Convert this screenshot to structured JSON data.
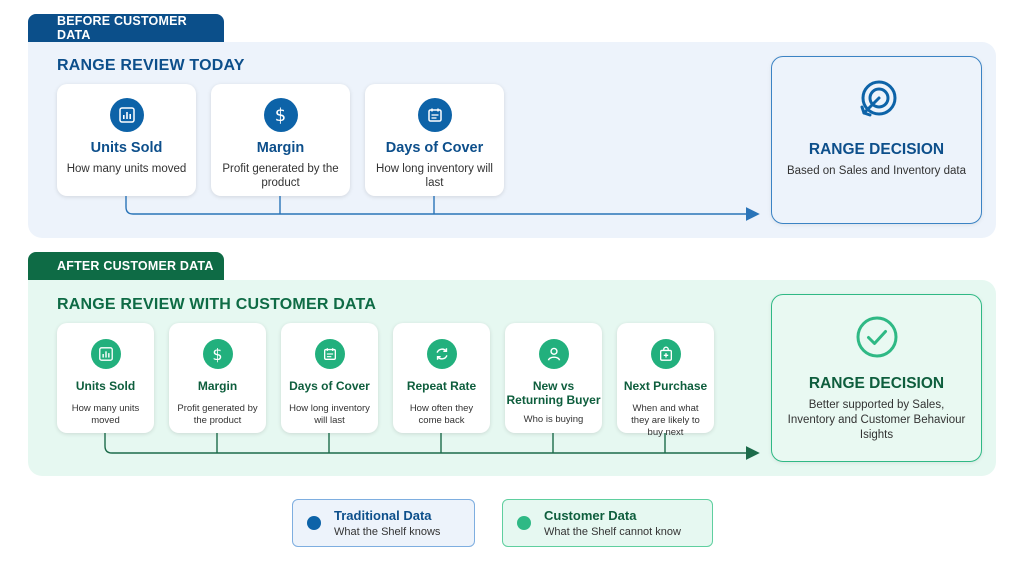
{
  "before": {
    "tab_label": "BEFORE CUSTOMER DATA",
    "section_title": "RANGE REVIEW TODAY",
    "cards": [
      {
        "label": "Units Sold",
        "desc": "How many units moved",
        "icon": "bar-chart-icon"
      },
      {
        "label": "Margin",
        "desc": "Profit generated by the product",
        "icon": "dollar-icon"
      },
      {
        "label": "Days of Cover",
        "desc": "How long inventory will last",
        "icon": "calendar-icon"
      }
    ],
    "decision": {
      "title": "RANGE DECISION",
      "desc": "Based on Sales and Inventory data",
      "icon": "target-icon"
    }
  },
  "after": {
    "tab_label": "AFTER CUSTOMER DATA",
    "section_title": "RANGE REVIEW WITH CUSTOMER DATA",
    "cards": [
      {
        "label": "Units Sold",
        "desc": "How many units moved",
        "icon": "bar-chart-icon"
      },
      {
        "label": "Margin",
        "desc": "Profit generated by the product",
        "icon": "dollar-icon"
      },
      {
        "label": "Days of Cover",
        "desc": "How long inventory will last",
        "icon": "calendar-icon"
      },
      {
        "label": "Repeat Rate",
        "desc": "How often they come back",
        "icon": "refresh-icon"
      },
      {
        "label": "New vs Returning Buyer",
        "desc": "Who is buying",
        "icon": "user-icon"
      },
      {
        "label": "Next Purchase",
        "desc": "When and what they are likely to buy next",
        "icon": "shopping-bag-icon"
      }
    ],
    "decision": {
      "title": "RANGE DECISION",
      "desc": "Better supported by Sales, Inventory and Customer Behaviour Isights",
      "icon": "check-circle-icon"
    }
  },
  "legend": [
    {
      "title": "Traditional Data",
      "desc": "What the Shelf knows"
    },
    {
      "title": "Customer Data",
      "desc": "What the Shelf cannot know"
    }
  ],
  "colors": {
    "traditional": "#0d63a8",
    "customer": "#2fb985",
    "before_tab": "#0b4f8a",
    "after_tab": "#0e6b45"
  }
}
